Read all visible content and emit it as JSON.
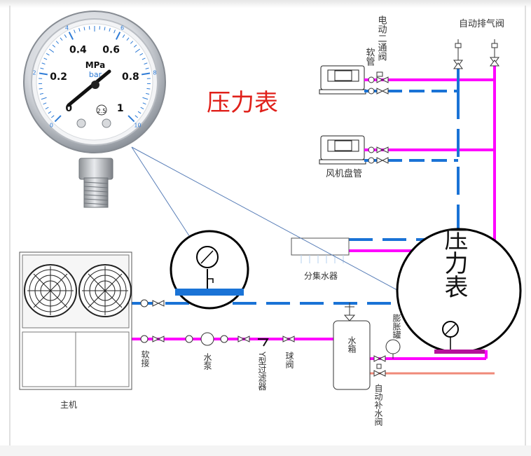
{
  "colors": {
    "supply": "#ff00ff",
    "return": "#1a73d6",
    "makeup": "#f08a7a",
    "title": "#e0201a",
    "tank_water": "#b5119a"
  },
  "gauge": {
    "unit": "MPa",
    "unit_alt": "bar",
    "mpa_ticks": [
      "0",
      "0.2",
      "0.4",
      "0.6",
      "0.8",
      "1"
    ],
    "bar_ticks": [
      "0",
      "2",
      "4",
      "6",
      "8",
      "10"
    ],
    "class_mark": "2.5"
  },
  "title": "压力表",
  "labels": {
    "ev_valve": "电动二通阀",
    "hose_top": "软管",
    "auto_vent": "自动排气阀",
    "fcu": "风机盘管",
    "distributor": "分集水器",
    "expansion": "膨胀罐",
    "tank": "水箱",
    "auto_fill": "自动补水阀",
    "hose_bottom": "软接",
    "pump": "水泵",
    "strainer": "Y型过滤器",
    "ball_valve": "球阀",
    "host": "主机"
  },
  "zoom_text": "压力表"
}
